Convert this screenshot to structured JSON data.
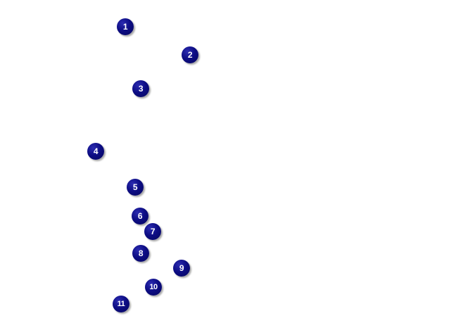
{
  "colors": {
    "background": "#ffffff",
    "marker_fill": "#0d0d84",
    "marker_text": "#ffffff"
  },
  "markers": [
    {
      "label": "1"
    },
    {
      "label": "2"
    },
    {
      "label": "3"
    },
    {
      "label": "4"
    },
    {
      "label": "5"
    },
    {
      "label": "6"
    },
    {
      "label": "7"
    },
    {
      "label": "8"
    },
    {
      "label": "9"
    },
    {
      "label": "10"
    },
    {
      "label": "11"
    }
  ]
}
